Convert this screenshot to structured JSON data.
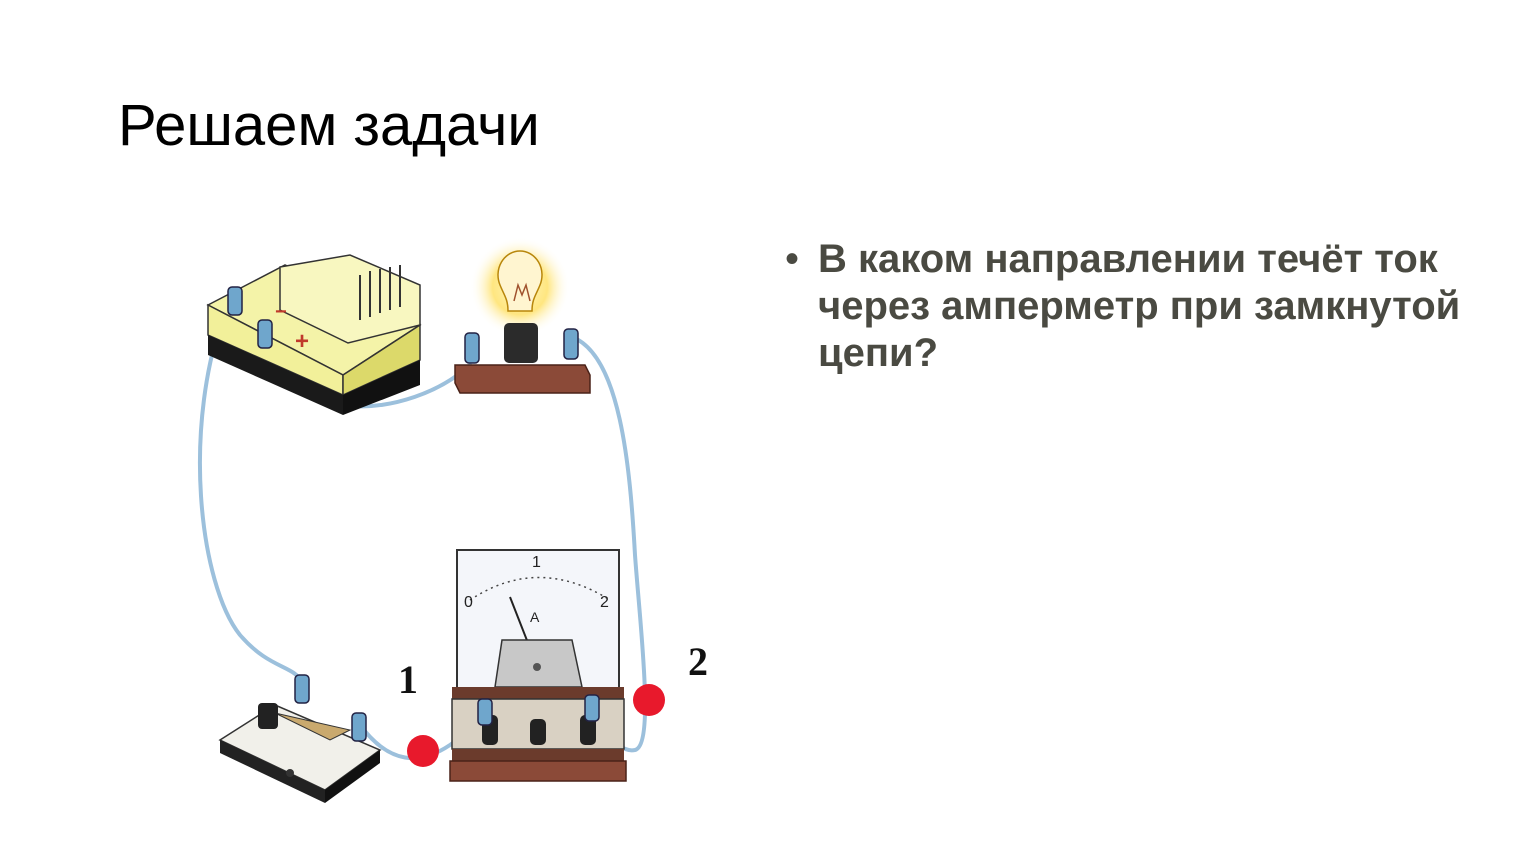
{
  "slide": {
    "title": "Решаем задачи",
    "bullets": [
      "В каком направлении течёт ток через амперметр при замкнутой цепи?"
    ]
  },
  "figure": {
    "battery_minus": "−",
    "battery_plus": "+",
    "ammeter_scale": [
      "0",
      "1",
      "2"
    ],
    "ammeter_unit": "A",
    "point_labels": [
      "1",
      "2"
    ]
  },
  "colors": {
    "wire": "#9cc0dc",
    "marker": "#e8192c",
    "battery_top": "#f4f3a8",
    "wood": "#8b4a38",
    "bullet_text": "#4a4a42"
  }
}
